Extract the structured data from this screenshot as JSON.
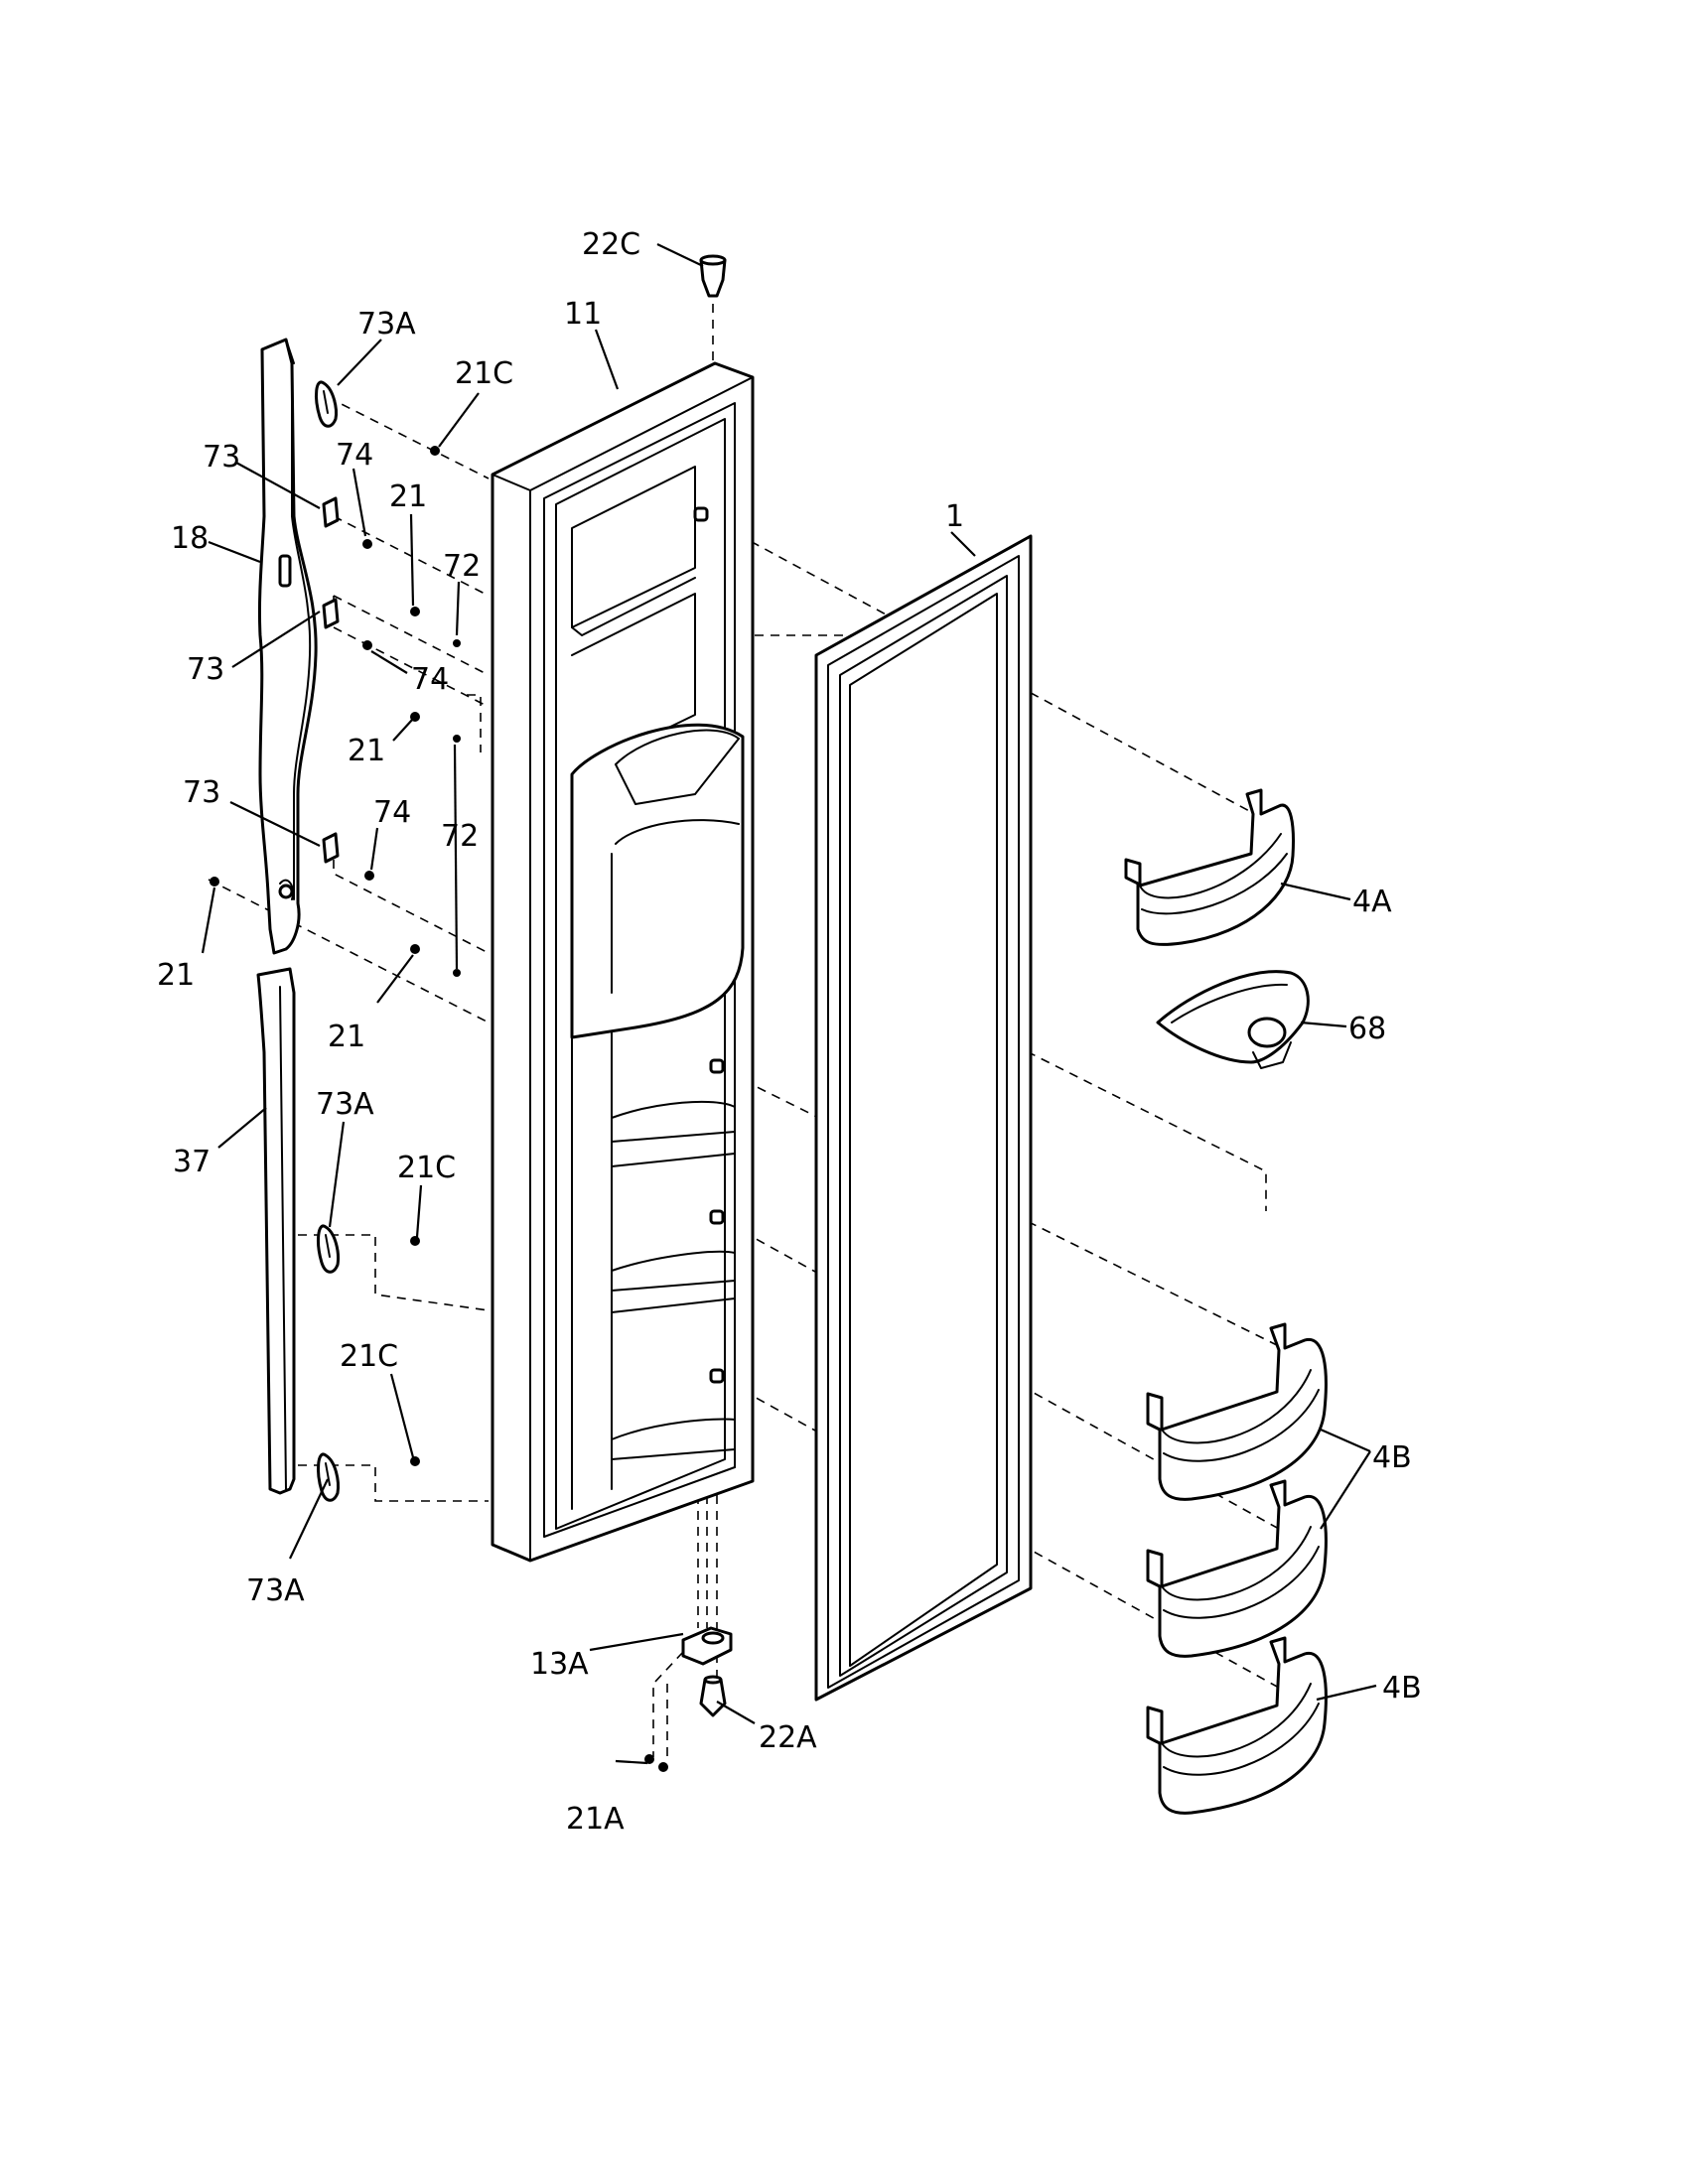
{
  "callouts": [
    {
      "id": "22C"
    },
    {
      "id": "11"
    },
    {
      "id": "73A"
    },
    {
      "id": "21C"
    },
    {
      "id": "73"
    },
    {
      "id": "74"
    },
    {
      "id": "21"
    },
    {
      "id": "72"
    },
    {
      "id": "18"
    },
    {
      "id": "1"
    },
    {
      "id": "73"
    },
    {
      "id": "74"
    },
    {
      "id": "21"
    },
    {
      "id": "73"
    },
    {
      "id": "74"
    },
    {
      "id": "72"
    },
    {
      "id": "4A"
    },
    {
      "id": "21"
    },
    {
      "id": "21"
    },
    {
      "id": "68"
    },
    {
      "id": "73A"
    },
    {
      "id": "21C"
    },
    {
      "id": "37"
    },
    {
      "id": "21C"
    },
    {
      "id": "4B"
    },
    {
      "id": "73A"
    },
    {
      "id": "13A"
    },
    {
      "id": "22A"
    },
    {
      "id": "4B"
    },
    {
      "id": "21A"
    }
  ]
}
